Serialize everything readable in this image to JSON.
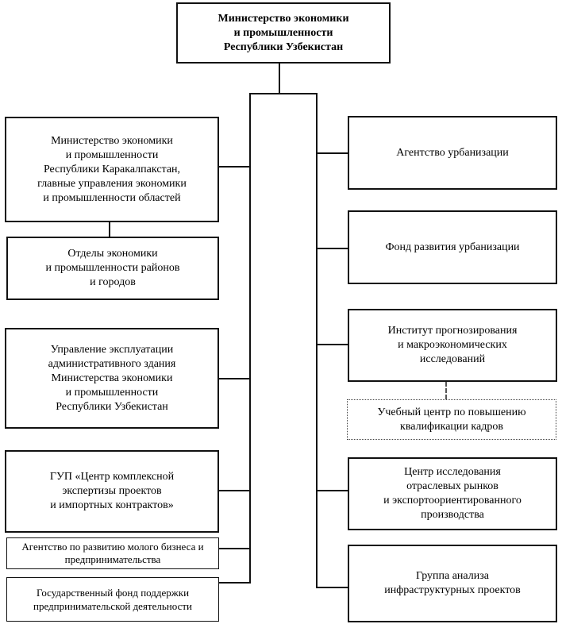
{
  "nodes": {
    "root": "Министерство экономики\nи промышленности\nРеспублики Узбекистан",
    "left1": "Министерство экономики\nи промышленности\nРеспублики Каракалпакстан,\nглавные управления экономики\nи промышленности областей",
    "left2": "Отделы экономики\nи промышленности районов\nи городов",
    "left3": "Управление эксплуатации\nадминистративного здания\nМинистерства экономики\nи промышленности\nРеспублики Узбекистан",
    "left4": "ГУП «Центр комплексной\nэкспертизы проектов\nи импортных контрактов»",
    "left5": "Агентство по развитию молого бизнеса и\nпредпринимательства",
    "left6": "Государственный фонд поддержки\nпредпринимательской деятельности",
    "right1": "Агентство урбанизации",
    "right2": "Фонд развития урбанизации",
    "right3": "Институт прогнозирования\nи макроэкономических\nисследований",
    "right3sub": "Учебный центр по повышению\nквалификации кадров",
    "right4": "Центр исследования\nотраслевых рынков\nи экспортоориентированного\nпроизводства",
    "right5": "Группа анализа\nинфраструктурных проектов"
  }
}
